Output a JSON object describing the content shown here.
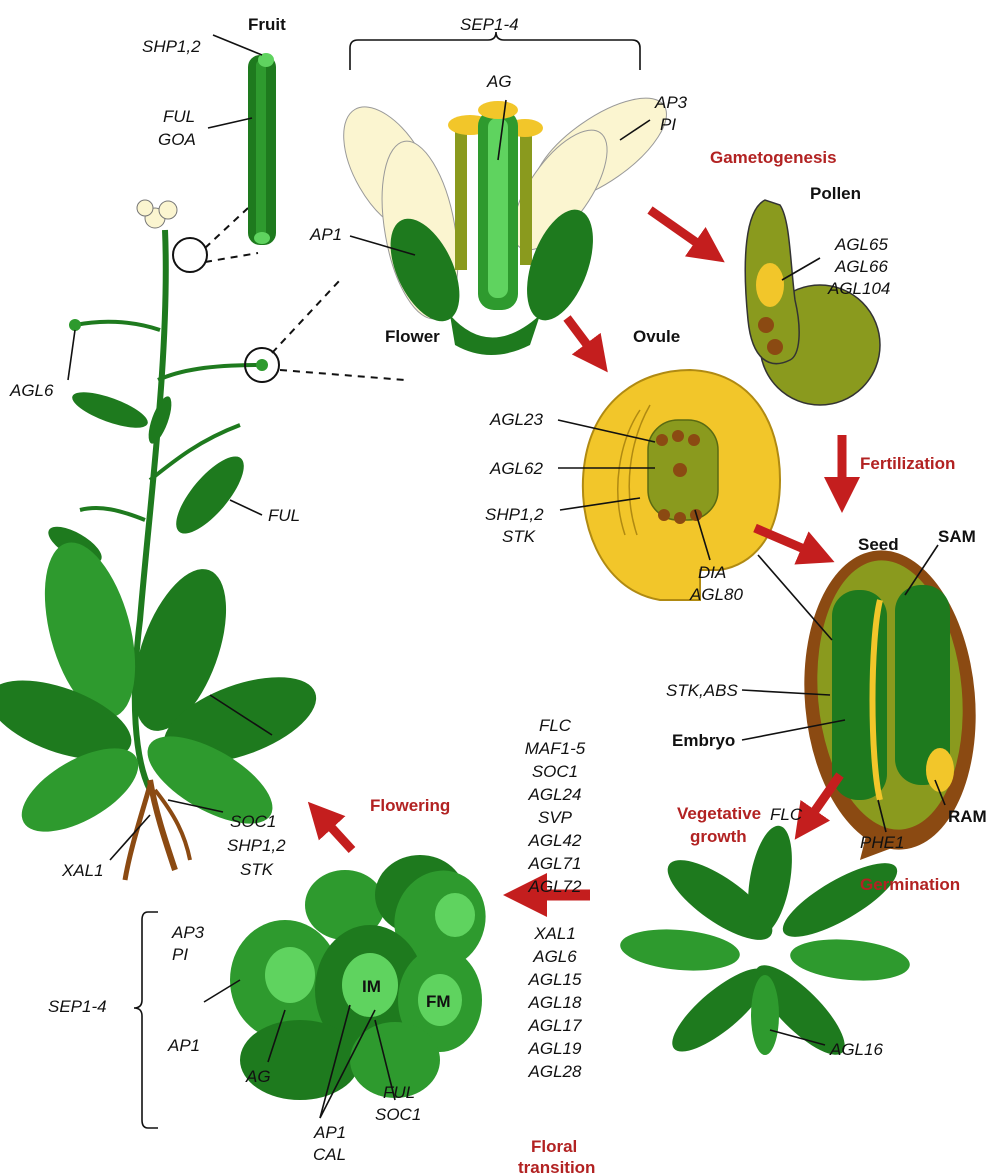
{
  "labels": {
    "fruit": "Fruit",
    "flower": "Flower",
    "pollen": "Pollen",
    "ovule": "Ovule",
    "seed": "Seed",
    "sam": "SAM",
    "ram": "RAM",
    "embryo": "Embryo",
    "im": "IM",
    "fm": "FM"
  },
  "stages": {
    "gametogenesis": "Gametogenesis",
    "fertilization": "Fertilization",
    "germination": "Germination",
    "vegetative_1": "Vegetative",
    "vegetative_2": "growth",
    "flowering": "Flowering",
    "floral_1": "Floral",
    "floral_2": "transition"
  },
  "genes": {
    "sep_top": "SEP1-4",
    "ag_flower": "AG",
    "ap3": "AP3",
    "pi": "PI",
    "ap1_flower": "AP1",
    "shp_fruit": "SHP1,2",
    "ful_fruit": "FUL",
    "goa": "GOA",
    "agl6_plant": "AGL6",
    "ful_plant": "FUL",
    "xal1_root": "XAL1",
    "soc1_root": "SOC1",
    "shp_root": "SHP1,2",
    "stk_root": "STK",
    "agl65": "AGL65",
    "agl66": "AGL66",
    "agl104": "AGL104",
    "agl23": "AGL23",
    "agl62": "AGL62",
    "shp_ovule": "SHP1,2",
    "stk_ovule": "STK",
    "dia": "DIA",
    "agl80": "AGL80",
    "stk_abs": "STK,ABS",
    "phe1": "PHE1",
    "flc_germ": "FLC",
    "agl16": "AGL16",
    "ap3_mer": "AP3",
    "pi_mer": "PI",
    "sep_mer": "SEP1-4",
    "ap1_mer": "AP1",
    "ag_mer": "AG",
    "ap1_cal_1": "AP1",
    "ap1_cal_2": "CAL",
    "ful_mer": "FUL",
    "soc1_mer": "SOC1"
  },
  "transition_genes": [
    "FLC",
    "MAF1-5",
    "SOC1",
    "AGL24",
    "SVP",
    "AGL42",
    "AGL71",
    "AGL72",
    "XAL1",
    "AGL6",
    "AGL15",
    "AGL18",
    "AGL17",
    "AGL19",
    "AGL28"
  ],
  "colors": {
    "dark_green": "#1e7a1e",
    "mid_green": "#2e9a2e",
    "light_green": "#5fd35f",
    "olive": "#8a9a1e",
    "yellow": "#f2c62a",
    "cream": "#fbf5d0",
    "brown": "#8b4a12",
    "arrow_red": "#c41e1e",
    "label_red": "#b22222"
  }
}
